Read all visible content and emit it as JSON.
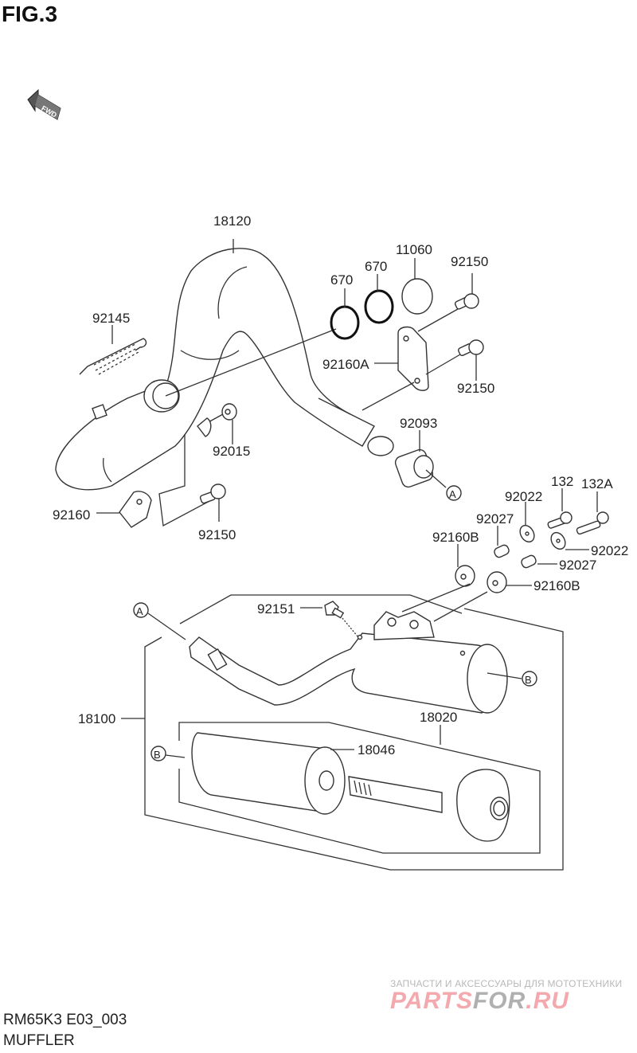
{
  "figure": {
    "title": "FIG.3",
    "model_code": "RM65K3 E03_003",
    "section_name": "MUFFLER",
    "fwd_label": "FWD"
  },
  "watermark": {
    "tagline": "ЗАПЧАСТИ И АКСЕССУАРЫ ДЛЯ МОТОТЕХНИКИ",
    "brand_part1": "PARTS",
    "brand_part2": "FOR",
    "brand_part3": ".RU",
    "colors": {
      "pink": "#f3a9ae",
      "grey": "#b0b0b0"
    }
  },
  "parts": [
    {
      "id": "18120",
      "label": "18120",
      "description": "exhaust pipe"
    },
    {
      "id": "92145",
      "label": "92145",
      "description": "spring"
    },
    {
      "id": "670a",
      "label": "670",
      "description": "o-ring"
    },
    {
      "id": "670b",
      "label": "670",
      "description": "o-ring"
    },
    {
      "id": "11060",
      "label": "11060",
      "description": "gasket"
    },
    {
      "id": "92150a",
      "label": "92150",
      "description": "bolt"
    },
    {
      "id": "92160A",
      "label": "92160A",
      "description": "bracket"
    },
    {
      "id": "92150b",
      "label": "92150",
      "description": "bolt"
    },
    {
      "id": "92093",
      "label": "92093",
      "description": "seal"
    },
    {
      "id": "92015",
      "label": "92015",
      "description": "nut"
    },
    {
      "id": "92160",
      "label": "92160",
      "description": "bracket"
    },
    {
      "id": "92150c",
      "label": "92150",
      "description": "bolt"
    },
    {
      "id": "132",
      "label": "132",
      "description": "bolt"
    },
    {
      "id": "132A",
      "label": "132A",
      "description": "bolt"
    },
    {
      "id": "92022a",
      "label": "92022",
      "description": "washer"
    },
    {
      "id": "92022b",
      "label": "92022",
      "description": "washer"
    },
    {
      "id": "92027a",
      "label": "92027",
      "description": "collar"
    },
    {
      "id": "92027b",
      "label": "92027",
      "description": "collar"
    },
    {
      "id": "92160Ba",
      "label": "92160B",
      "description": "damper"
    },
    {
      "id": "92160Bb",
      "label": "92160B",
      "description": "damper"
    },
    {
      "id": "92151",
      "label": "92151",
      "description": "bolt"
    },
    {
      "id": "18100",
      "label": "18100",
      "description": "muffler assembly"
    },
    {
      "id": "18020",
      "label": "18020",
      "description": "muffler end cap assembly"
    },
    {
      "id": "18046",
      "label": "18046",
      "description": "packing"
    }
  ],
  "refs": {
    "A": "A",
    "B": "B"
  }
}
